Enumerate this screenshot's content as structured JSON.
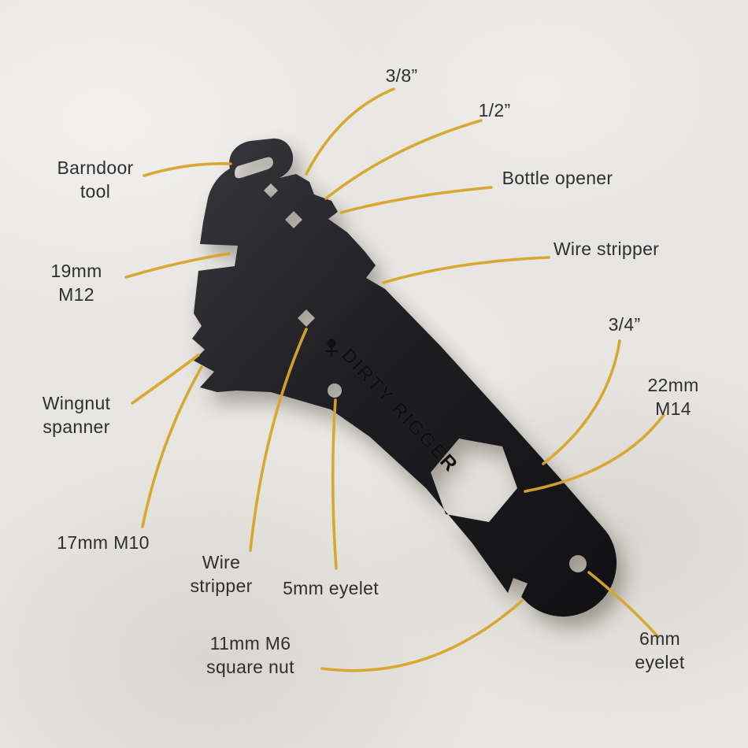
{
  "colors": {
    "background": "#eae8e4",
    "tool_black": "#1e1e22",
    "annotation_yellow": "#d7a62b",
    "label_text": "#2f2f31"
  },
  "tool": {
    "logo_text": "DIRTY RIGGER"
  },
  "labels": {
    "size_3_8": {
      "text": "3/8”"
    },
    "size_1_2": {
      "text": "1/2”"
    },
    "barndoor": {
      "text": "Barndoor\ntool"
    },
    "bottle_opener": {
      "text": "Bottle opener"
    },
    "spanner_19mm": {
      "text": "19mm\nM12"
    },
    "wire_stripper_top": {
      "text": "Wire stripper"
    },
    "size_3_4": {
      "text": "3/4”"
    },
    "wingnut": {
      "text": "Wingnut\nspanner"
    },
    "spanner_22mm": {
      "text": "22mm M14"
    },
    "spanner_17mm": {
      "text": "17mm M10"
    },
    "wire_stripper_bottom": {
      "text": "Wire\nstripper"
    },
    "eyelet_5mm": {
      "text": "5mm eyelet"
    },
    "square_nut_11mm": {
      "text": "11mm M6\nsquare nut"
    },
    "eyelet_6mm": {
      "text": "6mm eyelet"
    }
  }
}
